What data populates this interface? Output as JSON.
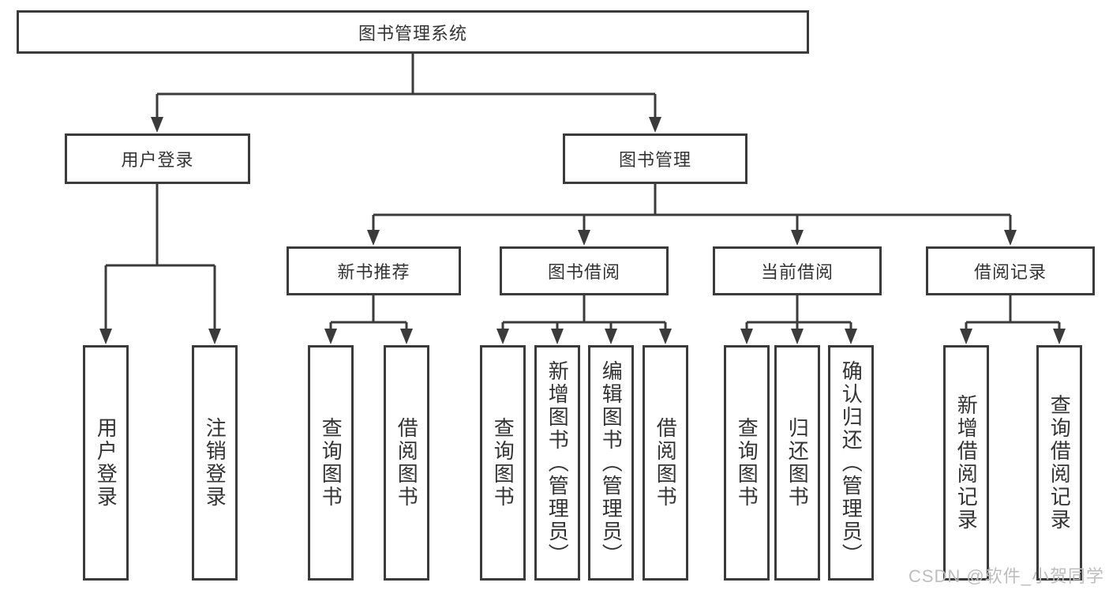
{
  "colors": {
    "line": "#3b3b3b",
    "text": "#333333",
    "bg": "#ffffff",
    "watermark": "#bdbdbd"
  },
  "watermark": "CSDN @软件_小贺同学",
  "diagram": {
    "root": {
      "label": "图书管理系统"
    },
    "level2": [
      {
        "id": "user-login",
        "label": "用户登录"
      },
      {
        "id": "book-management",
        "label": "图书管理"
      }
    ],
    "level3": [
      {
        "id": "new-book-recommend",
        "label": "新书推荐",
        "parent": "book-management"
      },
      {
        "id": "book-borrow",
        "label": "图书借阅",
        "parent": "book-management"
      },
      {
        "id": "current-borrow",
        "label": "当前借阅",
        "parent": "book-management"
      },
      {
        "id": "borrow-record",
        "label": "借阅记录",
        "parent": "book-management"
      }
    ],
    "leaves": [
      {
        "group": "user-login",
        "label": "用户登录"
      },
      {
        "group": "user-login",
        "label": "注销登录"
      },
      {
        "group": "new-book-recommend",
        "label": "查询图书"
      },
      {
        "group": "new-book-recommend",
        "label": "借阅图书"
      },
      {
        "group": "book-borrow",
        "label": "查询图书"
      },
      {
        "group": "book-borrow",
        "label": "新增图书（管理员）"
      },
      {
        "group": "book-borrow",
        "label": "编辑图书（管理员）"
      },
      {
        "group": "book-borrow",
        "label": "借阅图书"
      },
      {
        "group": "current-borrow",
        "label": "查询图书"
      },
      {
        "group": "current-borrow",
        "label": "归还图书"
      },
      {
        "group": "current-borrow",
        "label": "确认归还（管理员）"
      },
      {
        "group": "borrow-record",
        "label": "新增借阅记录"
      },
      {
        "group": "borrow-record",
        "label": "查询借阅记录"
      }
    ]
  }
}
